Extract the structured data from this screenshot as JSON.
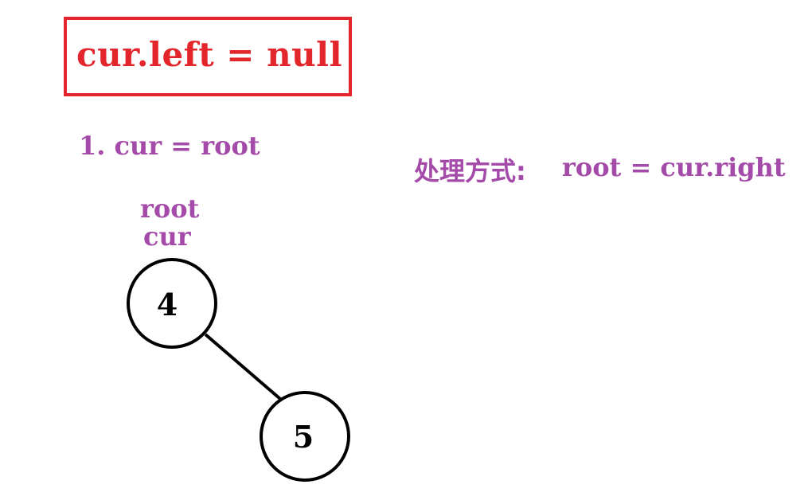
{
  "title": "cur.left = null",
  "step": "1. cur = root",
  "method": {
    "label": "处理方式:",
    "code": "root = cur.right"
  },
  "pointers": {
    "root": "root",
    "cur": "cur"
  },
  "tree": {
    "root_value": "4",
    "right_child_value": "5"
  },
  "colors": {
    "title": "#e3262c",
    "annotation": "#a44aa8",
    "node_stroke": "#000000"
  }
}
